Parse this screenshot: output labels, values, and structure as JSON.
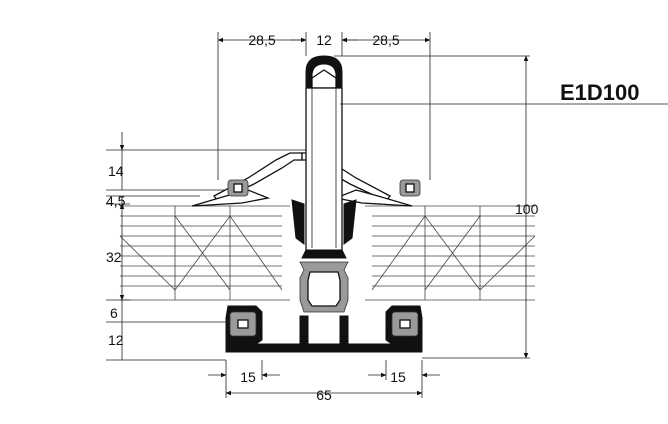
{
  "drawing": {
    "model_label": "E1D100",
    "dimensions": {
      "top_left_width": "28,5",
      "top_center_width": "12",
      "top_right_width": "28,5",
      "total_height": "100",
      "cap_height": "14",
      "gasket_height": "4,5",
      "panel_thickness": "32",
      "lower_gap": "6",
      "base_height": "12",
      "bottom_left_width": "15",
      "bottom_right_width": "15",
      "base_width": "65"
    }
  }
}
